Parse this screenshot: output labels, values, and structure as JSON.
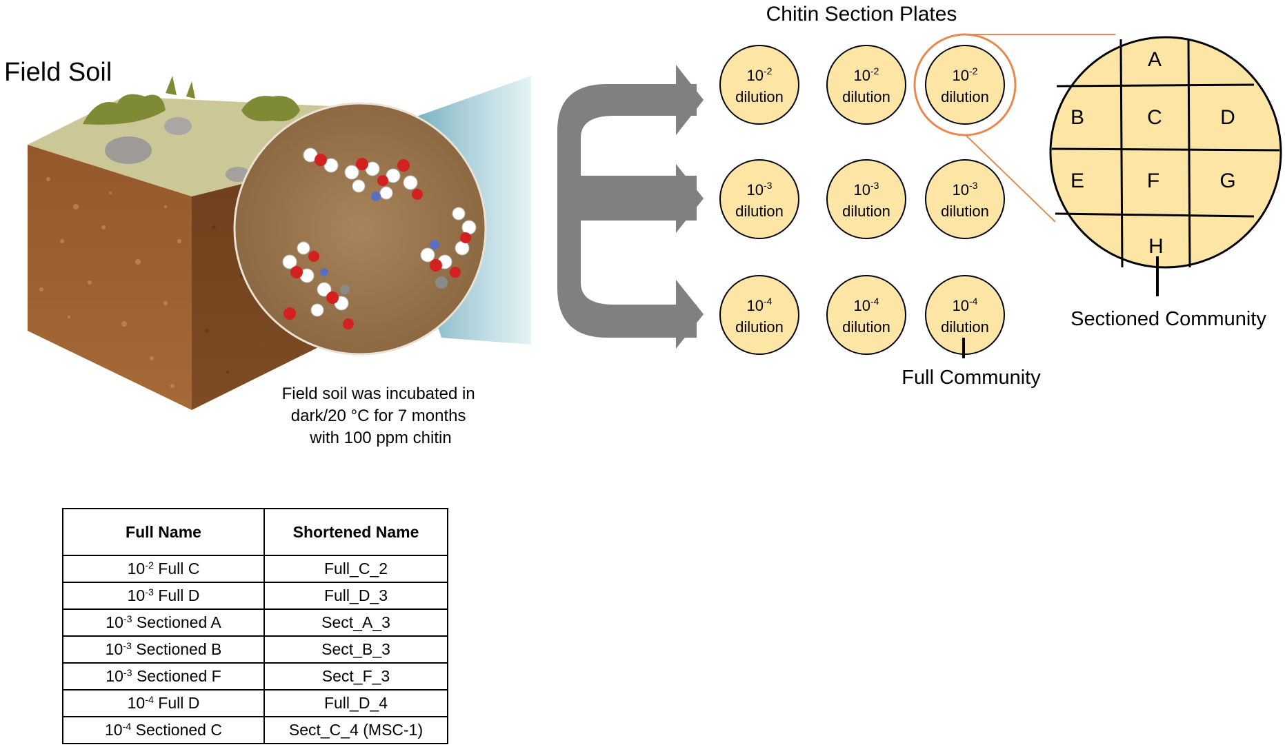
{
  "field_soil_label": "Field Soil",
  "incubation_caption": [
    "Field soil was incubated in",
    "dark/20 °C for 7 months",
    "with 100 ppm chitin"
  ],
  "plates_title": "Chitin Section Plates",
  "plate_rows": [
    {
      "base": "10",
      "exp": "-2",
      "label": "dilution"
    },
    {
      "base": "10",
      "exp": "-3",
      "label": "dilution"
    },
    {
      "base": "10",
      "exp": "-4",
      "label": "dilution"
    }
  ],
  "full_community_label": "Full Community",
  "sectioned_community_label": "Sectioned Community",
  "sections": [
    "A",
    "B",
    "C",
    "D",
    "E",
    "F",
    "G",
    "H"
  ],
  "colors": {
    "plate_fill": "#fde5a5",
    "arrow": "#808080",
    "highlight": "#e8884a",
    "soil": "#9a5e2e",
    "grass": "#c9c58d"
  },
  "table": {
    "headers": [
      "Full Name",
      "Shortened Name"
    ],
    "rows": [
      {
        "exp": "-2",
        "full": " Full C",
        "short": "Full_C_2"
      },
      {
        "exp": "-3",
        "full": " Full D",
        "short": "Full_D_3"
      },
      {
        "exp": "-3",
        "full": " Sectioned A",
        "short": "Sect_A_3"
      },
      {
        "exp": "-3",
        "full": " Sectioned B",
        "short": "Sect_B_3"
      },
      {
        "exp": "-3",
        "full": " Sectioned F",
        "short": "Sect_F_3"
      },
      {
        "exp": "-4",
        "full": " Full D",
        "short": "Full_D_4"
      },
      {
        "exp": "-4",
        "full": " Sectioned C",
        "short": "Sect_C_4 (MSC-1)"
      }
    ],
    "base": "10"
  }
}
